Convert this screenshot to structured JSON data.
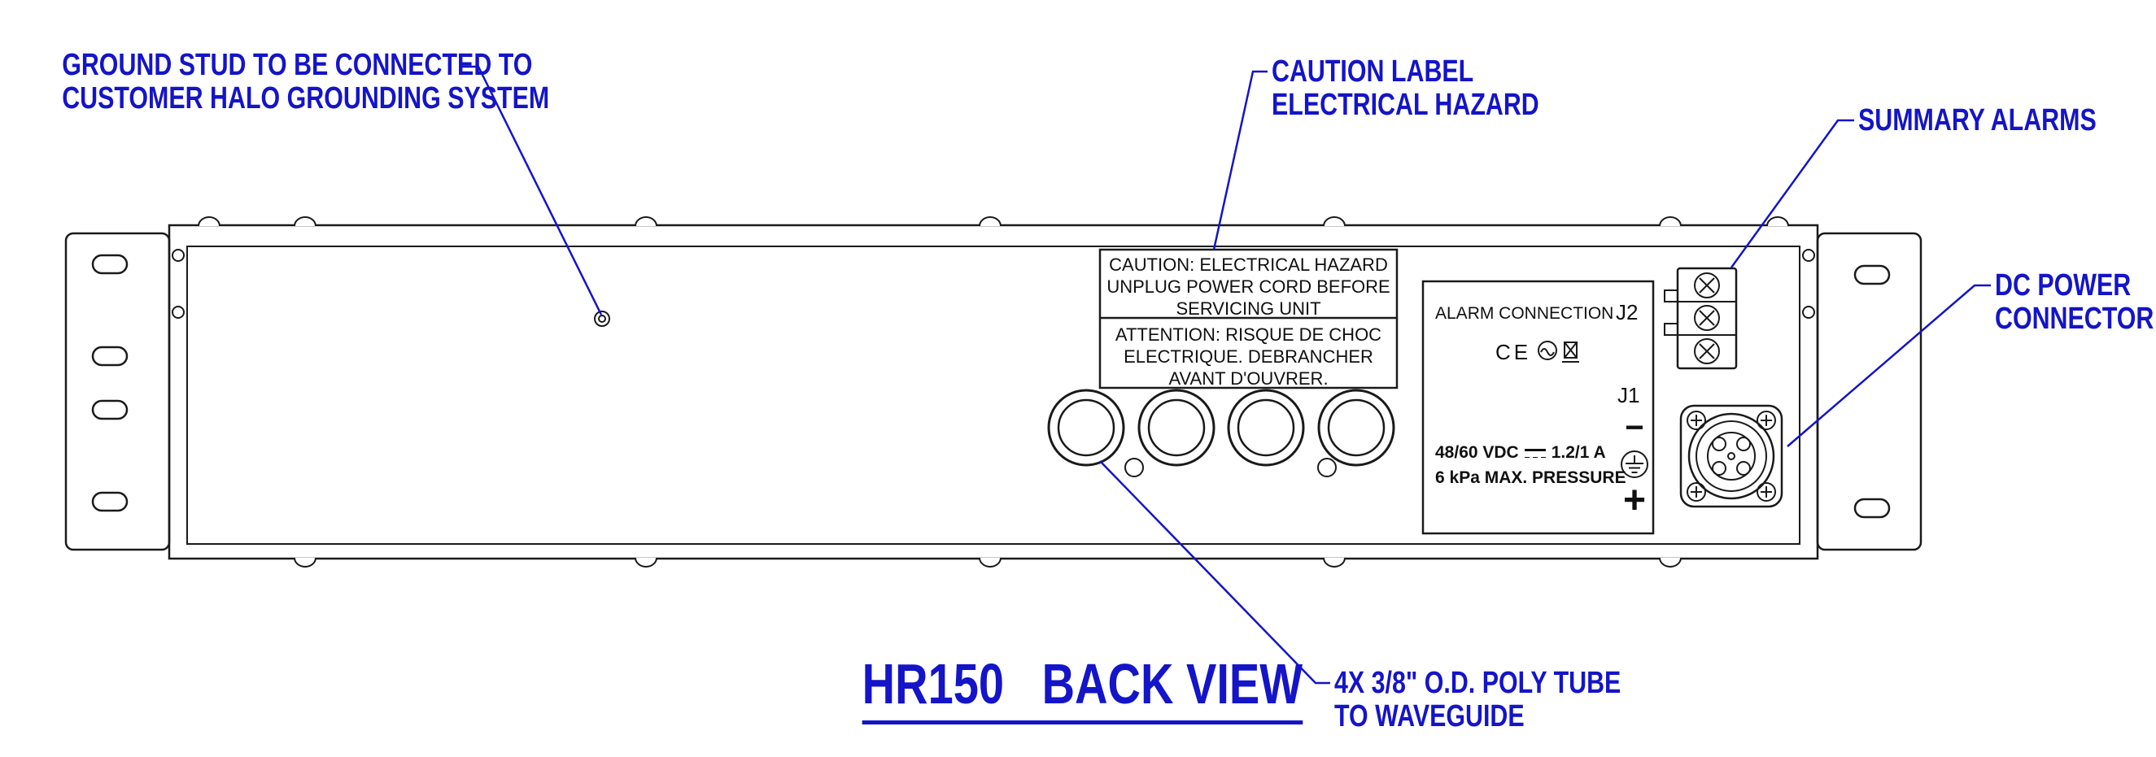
{
  "drawing": {
    "title": "HR150   BACK VIEW"
  },
  "callouts": {
    "ground_stud": {
      "line1": "GROUND STUD TO BE CONNECTED TO",
      "line2": "CUSTOMER HALO GROUNDING SYSTEM"
    },
    "caution": {
      "line1": "CAUTION LABEL",
      "line2": "ELECTRICAL HAZARD"
    },
    "summary_alarms": {
      "label": "SUMMARY ALARMS"
    },
    "dc_power": {
      "line1": "DC POWER",
      "line2": "CONNECTOR"
    },
    "poly_tube": {
      "line1": "4X 3/8\" O.D. POLY TUBE",
      "line2": "TO WAVEGUIDE"
    }
  },
  "caution_plate": {
    "en1": "CAUTION: ELECTRICAL HAZARD",
    "en2": "UNPLUG POWER CORD BEFORE",
    "en3": "SERVICING UNIT",
    "fr1": "ATTENTION: RISQUE DE CHOC",
    "fr2": "ELECTRIQUE. DEBRANCHER",
    "fr3": "AVANT D'OUVRER."
  },
  "alarm_plate": {
    "title": "ALARM CONNECTION",
    "j2": "J2",
    "j1": "J1",
    "ce": "CE",
    "rating_volts": "48/60 VDC",
    "rating_amps": "1.2/1 A",
    "rating_pressure": "6 kPa MAX. PRESSURE",
    "minus": "−",
    "plus": "+"
  },
  "colors": {
    "callout_blue": "#1414c8",
    "line_black": "#1a1a1a"
  }
}
